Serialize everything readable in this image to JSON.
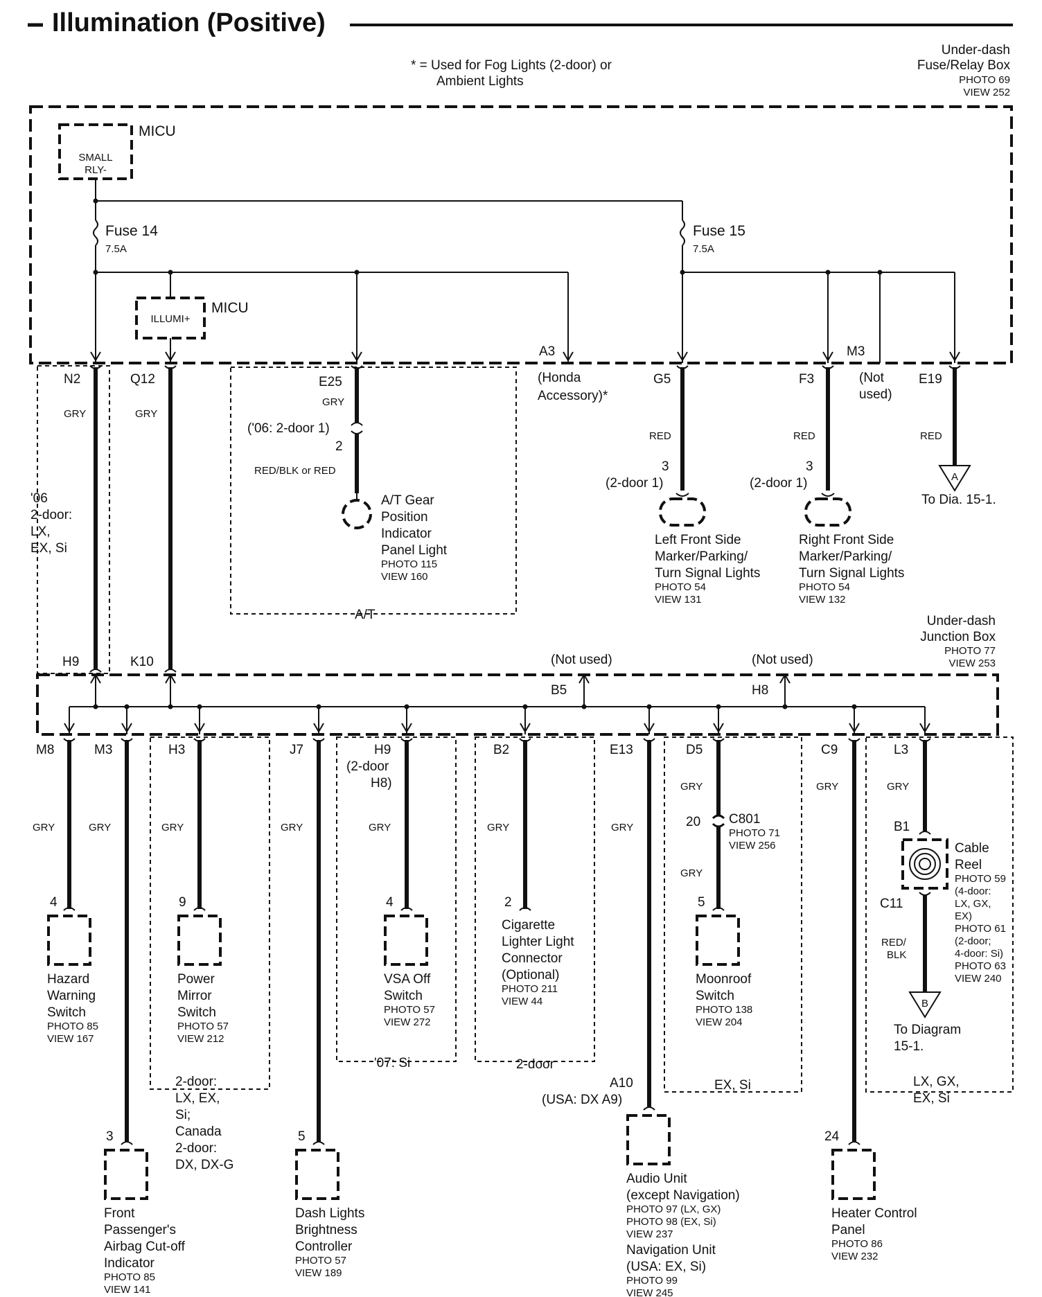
{
  "title": "Illumination (Positive)",
  "note": {
    "line1": "* = Used for Fog Lights (2-door) or",
    "line2": "Ambient Lights"
  },
  "fuse_box": {
    "line1": "Under-dash",
    "line2": "Fuse/Relay Box",
    "photo": "PHOTO 69",
    "view": "VIEW 252"
  },
  "junction_box": {
    "line1": "Under-dash",
    "line2": "Junction Box",
    "photo": "PHOTO 77",
    "view": "VIEW 253"
  },
  "micu": {
    "label1": "MICU",
    "relay_line1": "SMALL",
    "relay_line2": "RLY-",
    "label2": "MICU",
    "illumi": "ILLUMI+"
  },
  "fuses": {
    "f14": {
      "name": "Fuse 14",
      "rating": "7.5A"
    },
    "f15": {
      "name": "Fuse 15",
      "rating": "7.5A"
    }
  },
  "upper": {
    "n2": "N2",
    "q12": "Q12",
    "e25": "E25",
    "a3": "A3",
    "g5": "G5",
    "f3": "F3",
    "m3": "M3",
    "e19": "E19",
    "honda_acc1": "(Honda",
    "honda_acc2": "Accessory)*",
    "notused_m3a": "(Not",
    "notused_m3b": "used)",
    "gry": "GRY",
    "red": "RED",
    "redblk_or_red": "RED/BLK or RED",
    "door06": "('06: 2-door 1)",
    "pin2": "2",
    "at_label": "A/T",
    "at_gear": {
      "l1": "A/T Gear",
      "l2": "Position",
      "l3": "Indicator",
      "l4": "Panel Light",
      "photo": "PHOTO 115",
      "view": "VIEW 160"
    },
    "left_front": {
      "pin": "3",
      "door": "(2-door 1)",
      "l1": "Left Front Side",
      "l2": "Marker/Parking/",
      "l3": "Turn Signal Lights",
      "photo": "PHOTO 54",
      "view": "VIEW 131"
    },
    "right_front": {
      "pin": "3",
      "door": "(2-door 1)",
      "l1": "Right Front Side",
      "l2": "Marker/Parking/",
      "l3": "Turn Signal Lights",
      "photo": "PHOTO 54",
      "view": "VIEW 132"
    },
    "dia_a": {
      "letter": "A",
      "text": "To Dia. 15-1."
    },
    "opt06": {
      "l1": "'06",
      "l2": "2-door:",
      "l3": "LX,",
      "l4": "EX, Si"
    }
  },
  "junction": {
    "h9": "H9",
    "k10": "K10",
    "b5": "B5",
    "h8": "H8",
    "notused1": "(Not used)",
    "notused2": "(Not used)"
  },
  "lower": {
    "m8": "M8",
    "m3": "M3",
    "h3": "H3",
    "j7": "J7",
    "h9": "H9",
    "b2": "B2",
    "e13": "E13",
    "d5": "D5",
    "c9": "C9",
    "l3": "L3",
    "h9_door1": "(2-door",
    "h9_door2": "H8)",
    "hazard": {
      "pin": "4",
      "l1": "Hazard",
      "l2": "Warning",
      "l3": "Switch",
      "photo": "PHOTO 85",
      "view": "VIEW 167"
    },
    "front_pass": {
      "pin": "3",
      "l1": "Front",
      "l2": "Passenger's",
      "l3": "Airbag Cut-off",
      "l4": "Indicator",
      "photo": "PHOTO 85",
      "view": "VIEW 141"
    },
    "power_mirror": {
      "pin": "9",
      "l1": "Power",
      "l2": "Mirror",
      "l3": "Switch",
      "photo": "PHOTO 57",
      "view": "VIEW 212"
    },
    "pm_opt": {
      "l1": "2-door:",
      "l2": "LX, EX,",
      "l3": "Si;",
      "l4": "Canada",
      "l5": "2-door:",
      "l6": "DX, DX-G"
    },
    "dash": {
      "pin": "5",
      "l1": "Dash Lights",
      "l2": "Brightness",
      "l3": "Controller",
      "photo": "PHOTO 57",
      "view": "VIEW 189"
    },
    "vsa": {
      "pin": "4",
      "l1": "VSA Off",
      "l2": "Switch",
      "photo": "PHOTO 57",
      "view": "VIEW 272",
      "opt": "'07: Si"
    },
    "cig": {
      "pin": "2",
      "l1": "Cigarette",
      "l2": "Lighter Light",
      "l3": "Connector",
      "l4": "(Optional)",
      "photo": "PHOTO 211",
      "view": "VIEW 44",
      "opt": "2-door"
    },
    "audio": {
      "pin1": "A10",
      "pin2": "(USA: DX A9)",
      "l1": "Audio Unit",
      "l2": "(except Navigation)",
      "p1": "PHOTO 97 (LX, GX)",
      "p2": "PHOTO 98 (EX, Si)",
      "v1": "VIEW 237",
      "n1": "Navigation Unit",
      "n2": "(USA: EX, Si)",
      "np": "PHOTO 99",
      "nv": "VIEW 245"
    },
    "moonroof": {
      "pin": "5",
      "conn_pin": "20",
      "conn": "C801",
      "conn_photo": "PHOTO 71",
      "conn_view": "VIEW 256",
      "l1": "Moonroof",
      "l2": "Switch",
      "photo": "PHOTO 138",
      "view": "VIEW 204",
      "opt": "EX, Si"
    },
    "heater": {
      "pin": "24",
      "l1": "Heater Control",
      "l2": "Panel",
      "photo": "PHOTO 86",
      "view": "VIEW 232"
    },
    "cable": {
      "b1": "B1",
      "c11": "C11",
      "l1": "Cable",
      "l2": "Reel",
      "p1": "PHOTO 59",
      "p2": "(4-door:",
      "p3": "LX, GX,",
      "p4": "EX)",
      "p5": "PHOTO 61",
      "p6": "(2-door;",
      "p7": "4-door: Si)",
      "p8": "PHOTO 63",
      "p9": "VIEW 240",
      "redblk1": "RED/",
      "redblk2": "BLK",
      "dia_b": "B",
      "to1": "To Diagram",
      "to2": "15-1.",
      "opt1": "LX, GX,",
      "opt2": "EX, Si"
    }
  }
}
